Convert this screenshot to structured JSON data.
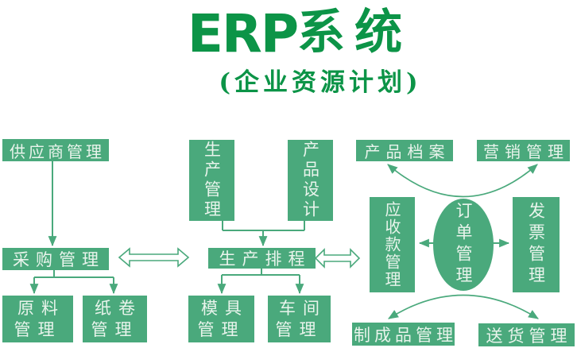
{
  "title": {
    "latin": "ERP",
    "cjk": "系统"
  },
  "subtitle": "(企业资源计划)",
  "colors": {
    "box_green": "#4aa97c",
    "title_green": "#0c9447",
    "label_text": "#e9f4ec",
    "background": "#ffffff"
  },
  "nodes": {
    "supplier": "供应商管理",
    "purchasing": "采购管理",
    "raw_material": "原料\n管理",
    "paper_roll": "纸卷\n管理",
    "production": "生产管理",
    "design": "产品设计",
    "scheduling": "生产排程",
    "mold": "模具\n管理",
    "workshop": "车间\n管理",
    "archive": "产品档案",
    "marketing": "营销管理",
    "receivables": "应收款管理",
    "order": "订单管理",
    "invoice": "发票管理",
    "finished": "制成品管理",
    "delivery": "送货管理"
  },
  "edges": [
    {
      "from": "supplier",
      "to": "purchasing",
      "style": "arrow"
    },
    {
      "from": "purchasing",
      "to": "raw_material",
      "style": "arrow"
    },
    {
      "from": "purchasing",
      "to": "paper_roll",
      "style": "arrow"
    },
    {
      "from": "production",
      "to": "scheduling",
      "style": "arrow"
    },
    {
      "from": "design",
      "to": "scheduling",
      "style": "arrow"
    },
    {
      "from": "scheduling",
      "to": "mold",
      "style": "arrow"
    },
    {
      "from": "scheduling",
      "to": "workshop",
      "style": "arrow"
    },
    {
      "from": "purchasing",
      "to": "scheduling",
      "style": "hollow-double-arrow"
    },
    {
      "from": "scheduling",
      "to": "receivables",
      "style": "hollow-double-arrow"
    },
    {
      "from": "order",
      "to": "receivables",
      "style": "arrow"
    },
    {
      "from": "order",
      "to": "invoice",
      "style": "arrow"
    },
    {
      "from": "order",
      "to": "archive",
      "style": "curved-arrow"
    },
    {
      "from": "order",
      "to": "marketing",
      "style": "curved-arrow"
    },
    {
      "from": "order",
      "to": "finished",
      "style": "curved-arrow"
    },
    {
      "from": "order",
      "to": "delivery",
      "style": "curved-arrow"
    }
  ]
}
